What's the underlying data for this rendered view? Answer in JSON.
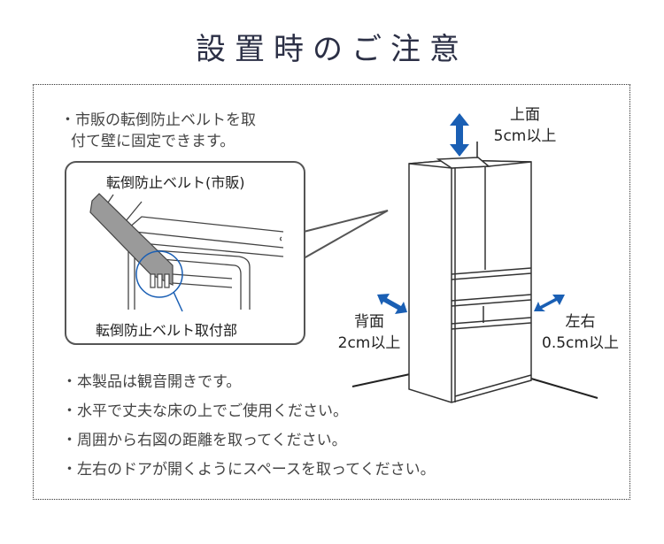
{
  "title": "設置時のご注意",
  "intro": {
    "line1": "・市販の転倒防止ベルトを取",
    "line2": "付て壁に固定できます。"
  },
  "inset": {
    "belt_label": "転倒防止ベルト(市販)",
    "mount_label": "転倒防止ベルト取付部"
  },
  "clearances": {
    "top": {
      "label": "上面",
      "value": "5cm以上"
    },
    "back": {
      "label": "背面",
      "value": "2cm以上"
    },
    "sides": {
      "label": "左右",
      "value": "0.5cm以上"
    }
  },
  "notes": [
    "・本製品は観音開きです。",
    "・水平で丈夫な床の上でご使用ください。",
    "・周囲から右図の距離を取ってください。",
    "・左右のドアが開くようにスペースを取ってください。"
  ],
  "colors": {
    "accent": "#1a5fb4",
    "title": "#2b2f45"
  }
}
